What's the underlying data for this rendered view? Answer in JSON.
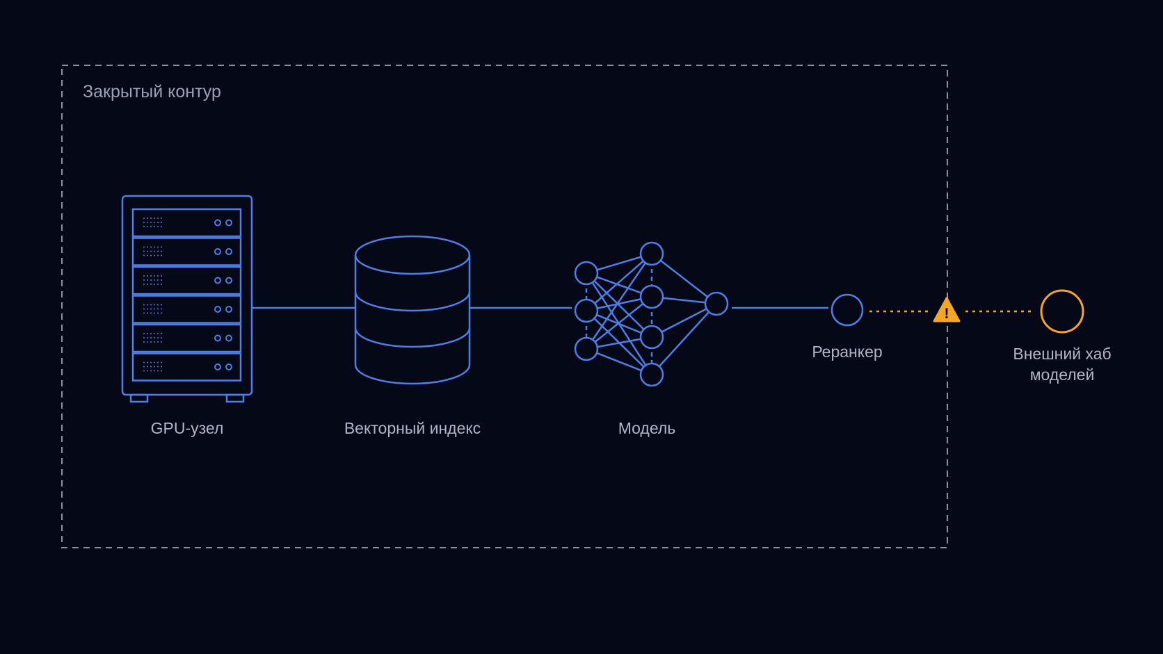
{
  "contour": {
    "title": "Закрытый контур"
  },
  "nodes": {
    "gpu": {
      "label": "GPU-узел",
      "icon": "server-rack-icon"
    },
    "vector_index": {
      "label": "Векторный индекс",
      "icon": "database-icon"
    },
    "model": {
      "label": "Модель",
      "icon": "neural-network-icon"
    },
    "reranker": {
      "label": "Реранкер",
      "icon": "circle-node-icon"
    },
    "external_hub": {
      "label_line1": "Внешний хаб",
      "label_line2": "моделей",
      "icon": "circle-node-icon"
    }
  },
  "warning": {
    "icon": "warning-triangle-icon",
    "glyph": "!"
  },
  "colors": {
    "background": "#050816",
    "primary": "#4f7fe6",
    "accent": "#f5a623",
    "label": "#aeb6c8",
    "border": "#8a93a6"
  }
}
